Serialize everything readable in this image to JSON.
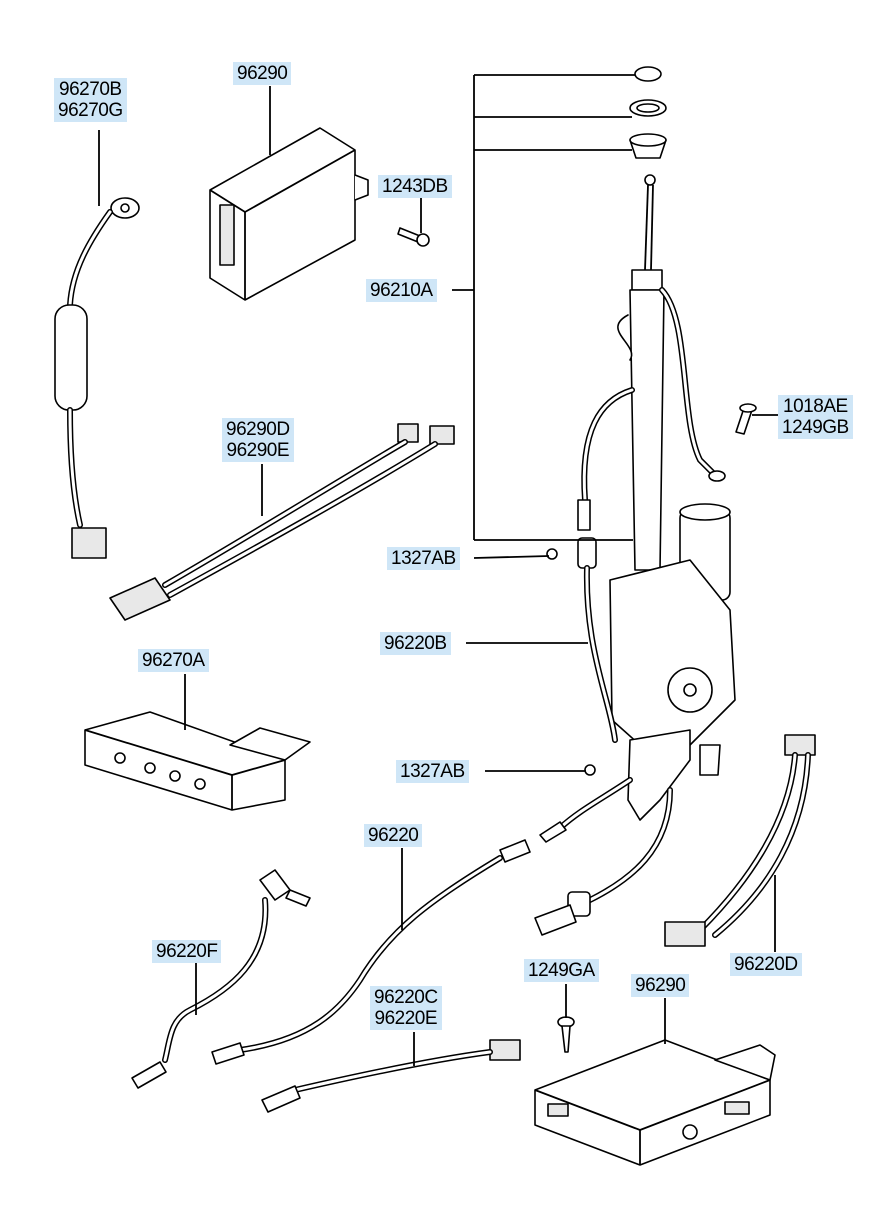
{
  "diagram": {
    "labels": {
      "ground_strap_a": [
        "96270B",
        "96270G"
      ],
      "module_top": [
        "96290"
      ],
      "screw_1243db": [
        "1243DB"
      ],
      "antenna_assembly": [
        "96210A"
      ],
      "screw_1018ae": [
        "1018AE",
        "1249GB"
      ],
      "harness_96290d": [
        "96290D",
        "96290E"
      ],
      "nut_upper": [
        "1327AB"
      ],
      "bracket_96220b": [
        "96220B"
      ],
      "amp_96270a": [
        "96270A"
      ],
      "nut_lower": [
        "1327AB"
      ],
      "feeder_96220": [
        "96220"
      ],
      "cable_96220f": [
        "96220F"
      ],
      "cable_96220c": [
        "96220C",
        "96220E"
      ],
      "screw_1249ga": [
        "1249GA"
      ],
      "module_bottom": [
        "96290"
      ],
      "harness_96220d": [
        "96220D"
      ]
    }
  }
}
